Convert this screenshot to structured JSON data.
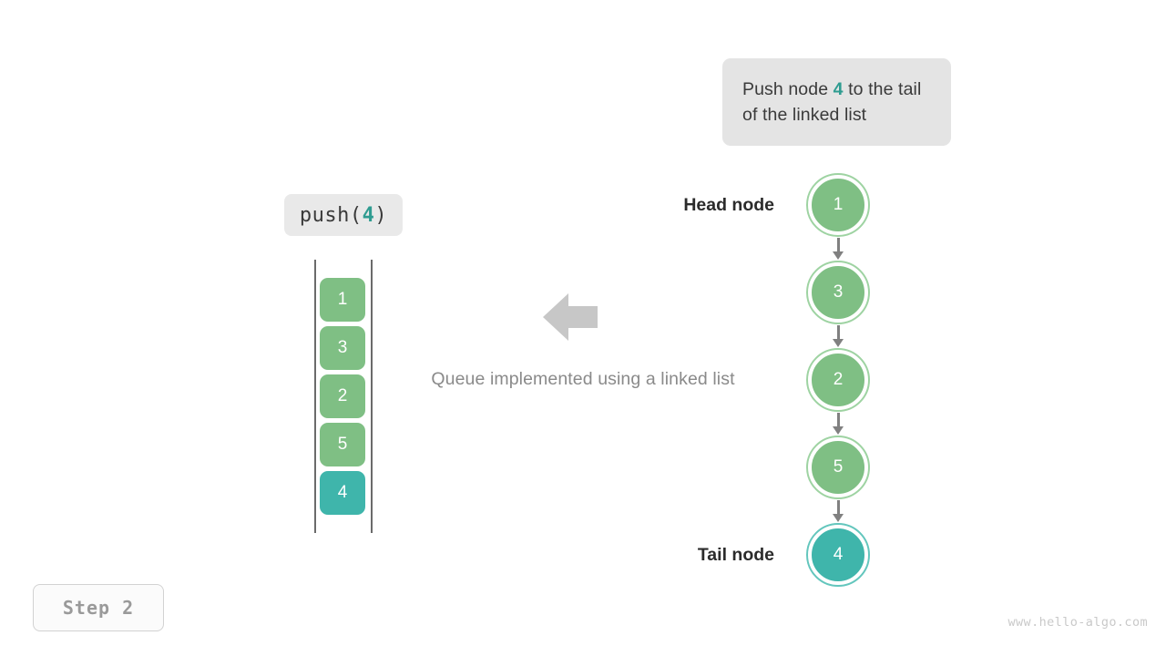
{
  "callout": {
    "text_before": "Push node ",
    "highlight": "4",
    "text_after": " to the tail of the linked list"
  },
  "operation": {
    "name": "push(",
    "arg": "4",
    "close": ")"
  },
  "queue": {
    "label": "queue-column",
    "items": [
      {
        "value": "1",
        "color": "#7fbf84"
      },
      {
        "value": "3",
        "color": "#7fbf84"
      },
      {
        "value": "2",
        "color": "#7fbf84"
      },
      {
        "value": "5",
        "color": "#7fbf84"
      },
      {
        "value": "4",
        "color": "#3fb5ab"
      }
    ]
  },
  "caption": {
    "text": "Queue implemented using a linked list"
  },
  "linked_list": {
    "head_label": "Head node",
    "tail_label": "Tail node",
    "nodes": [
      {
        "value": "1",
        "fill": "#7fbf84",
        "ring": "#9ed3a2"
      },
      {
        "value": "3",
        "fill": "#7fbf84",
        "ring": "#9ed3a2"
      },
      {
        "value": "2",
        "fill": "#7fbf84",
        "ring": "#9ed3a2"
      },
      {
        "value": "5",
        "fill": "#7fbf84",
        "ring": "#9ed3a2"
      },
      {
        "value": "4",
        "fill": "#3fb5ab",
        "ring": "#63c6bd"
      }
    ]
  },
  "step": {
    "label": "Step  2"
  },
  "watermark": {
    "text": "www.hello-algo.com"
  },
  "colors": {
    "green": "#7fbf84",
    "teal": "#3fb5ab",
    "arrow_gray": "#808080",
    "flow_arrow_gray": "#c7c7c7",
    "callout_bg": "#e4e4e4",
    "caption_gray": "#8a8a8a"
  }
}
